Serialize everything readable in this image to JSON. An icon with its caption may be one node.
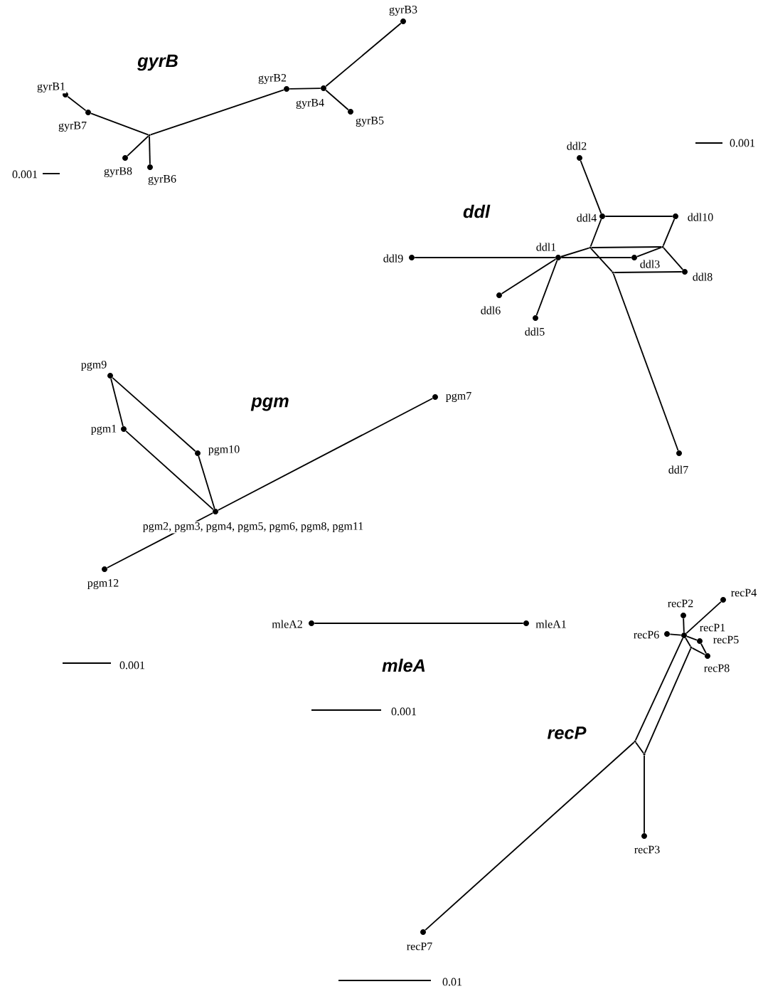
{
  "diagram": {
    "nodes": [
      {
        "text": [
          "gyrB1"
        ]
      },
      {
        "text": [
          "gyrB7"
        ]
      },
      {
        "text": [],
        "shape": "point"
      },
      {
        "text": [
          "gyrB8"
        ]
      },
      {
        "text": [
          "gyrB6"
        ]
      },
      {
        "text": [
          "gyrB2"
        ]
      },
      {
        "text": [
          "gyrB4"
        ]
      },
      {
        "text": [
          "gyrB3"
        ]
      },
      {
        "text": [
          "gyrB5"
        ]
      },
      {
        "text": [
          "ddl2"
        ]
      },
      {
        "text": [
          "ddl4"
        ]
      },
      {
        "text": [
          "ddl10"
        ]
      },
      {
        "text": [],
        "shape": "point"
      },
      {
        "text": [],
        "shape": "point"
      },
      {
        "text": [
          "ddl9"
        ]
      },
      {
        "text": [
          "ddl1"
        ]
      },
      {
        "text": [
          "ddl3"
        ]
      },
      {
        "text": [
          "ddl8"
        ]
      },
      {
        "text": [],
        "shape": "point"
      },
      {
        "text": [
          "ddl6"
        ]
      },
      {
        "text": [
          "ddl5"
        ]
      },
      {
        "text": [
          "ddl7"
        ]
      },
      {
        "text": [
          "pgm9"
        ]
      },
      {
        "text": [
          "pgm1"
        ]
      },
      {
        "text": [
          "pgm10"
        ]
      },
      {
        "text": [
          "pgm2, pgm3, pgm4, pgm5, pgm6, pgm8, pgm11"
        ]
      },
      {
        "text": [
          "pgm7"
        ]
      },
      {
        "text": [
          "pgm12"
        ]
      },
      {
        "text": [
          "mleA2"
        ]
      },
      {
        "text": [
          "mleA1"
        ]
      },
      {
        "text": [
          "recP4"
        ]
      },
      {
        "text": [
          "recP2"
        ]
      },
      {
        "text": [
          "recP6"
        ]
      },
      {
        "text": [
          "recP1"
        ]
      },
      {
        "text": [
          "recP5"
        ]
      },
      {
        "text": [
          "recP8"
        ]
      },
      {
        "text": [],
        "shape": "point"
      },
      {
        "text": [],
        "shape": "point"
      },
      {
        "text": [],
        "shape": "point"
      },
      {
        "text": [
          "recP3"
        ]
      },
      {
        "text": [
          "recP7"
        ]
      }
    ],
    "edges": [
      {
        "from": 0,
        "to": 1,
        "arrow": "none"
      },
      {
        "from": 1,
        "to": 2,
        "arrow": "none"
      },
      {
        "from": 2,
        "to": 3,
        "arrow": "none"
      },
      {
        "from": 2,
        "to": 4,
        "arrow": "none"
      },
      {
        "from": 2,
        "to": 5,
        "arrow": "none"
      },
      {
        "from": 5,
        "to": 6,
        "arrow": "none"
      },
      {
        "from": 6,
        "to": 7,
        "arrow": "none"
      },
      {
        "from": 6,
        "to": 8,
        "arrow": "none"
      },
      {
        "from": 9,
        "to": 10,
        "arrow": "none"
      },
      {
        "from": 10,
        "to": 11,
        "arrow": "none"
      },
      {
        "from": 10,
        "to": 12,
        "arrow": "none"
      },
      {
        "from": 11,
        "to": 13,
        "arrow": "none"
      },
      {
        "from": 12,
        "to": 13,
        "arrow": "none"
      },
      {
        "from": 14,
        "to": 15,
        "arrow": "none"
      },
      {
        "from": 15,
        "to": 16,
        "arrow": "none"
      },
      {
        "from": 16,
        "to": 13,
        "arrow": "none"
      },
      {
        "from": 13,
        "to": 17,
        "arrow": "none"
      },
      {
        "from": 12,
        "to": 18,
        "arrow": "none"
      },
      {
        "from": 18,
        "to": 17,
        "arrow": "none"
      },
      {
        "from": 18,
        "to": 21,
        "arrow": "none"
      },
      {
        "from": 15,
        "to": 19,
        "arrow": "none"
      },
      {
        "from": 15,
        "to": 20,
        "arrow": "none"
      },
      {
        "from": 15,
        "to": 12,
        "arrow": "none"
      },
      {
        "from": 22,
        "to": 23,
        "arrow": "none"
      },
      {
        "from": 22,
        "to": 24,
        "arrow": "none"
      },
      {
        "from": 23,
        "to": 25,
        "arrow": "none"
      },
      {
        "from": 24,
        "to": 25,
        "arrow": "none"
      },
      {
        "from": 25,
        "to": 26,
        "arrow": "none"
      },
      {
        "from": 25,
        "to": 27,
        "arrow": "none"
      },
      {
        "from": 28,
        "to": 29,
        "arrow": "none"
      },
      {
        "from": 33,
        "to": 30,
        "arrow": "none"
      },
      {
        "from": 33,
        "to": 31,
        "arrow": "none"
      },
      {
        "from": 33,
        "to": 32,
        "arrow": "none"
      },
      {
        "from": 33,
        "to": 34,
        "arrow": "none"
      },
      {
        "from": 34,
        "to": 35,
        "arrow": "none"
      },
      {
        "from": 33,
        "to": 36,
        "arrow": "none"
      },
      {
        "from": 36,
        "to": 35,
        "arrow": "none"
      },
      {
        "from": 33,
        "to": 37,
        "arrow": "none"
      },
      {
        "from": 36,
        "to": 38,
        "arrow": "none"
      },
      {
        "from": 37,
        "to": 38,
        "arrow": "none"
      },
      {
        "from": 37,
        "to": 40,
        "arrow": "none"
      },
      {
        "from": 38,
        "to": 39,
        "arrow": "none"
      }
    ],
    "labels": [
      "gyrB",
      "0.001",
      "0.001",
      "ddl",
      "pgm",
      "0.001",
      "mleA",
      "0.001",
      "recP",
      "0.01"
    ]
  }
}
